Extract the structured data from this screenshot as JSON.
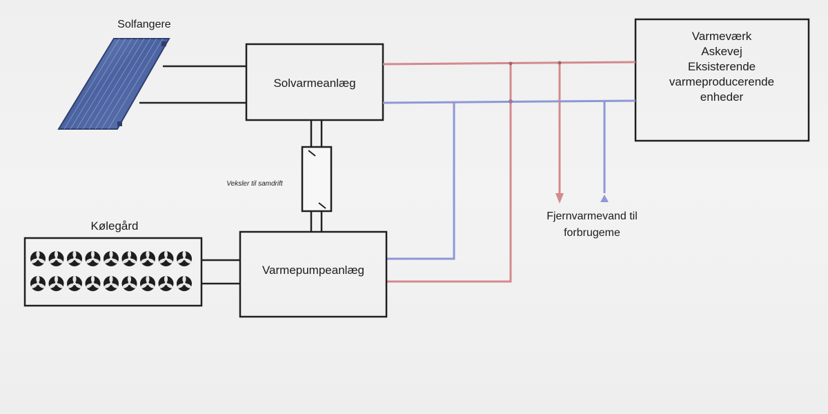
{
  "labels": {
    "solar_collectors": "Solfangere",
    "solar_plant": "Solvarmeanlæg",
    "heat_plant": [
      "Varmeværk",
      "Askevej",
      "Eksisterende",
      "varmeproducerende",
      "enheder"
    ],
    "exchanger": "Veksler til samdrift",
    "cooling_yard": "Kølegård",
    "heat_pump_plant": "Varmepumpeanlæg",
    "district_water": [
      "Fjernvarmevand til",
      "forbrugeme"
    ]
  },
  "colors": {
    "supply_line": "#d4898d",
    "return_line": "#8f97d6",
    "box_stroke": "#1f1f1f",
    "solar_panel": "#4e6aa8"
  },
  "fan_rows": [
    9,
    9
  ]
}
